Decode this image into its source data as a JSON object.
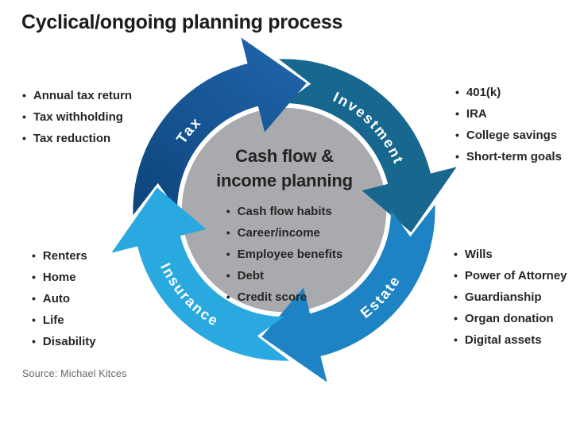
{
  "title": "Cyclical/ongoing planning process",
  "source": "Source: Michael Kitces",
  "center": {
    "heading_line1": "Cash flow &",
    "heading_line2": "income planning",
    "items": [
      "Cash flow habits",
      "Career/income",
      "Employee benefits",
      "Debt",
      "Credit score"
    ],
    "circle_color": "#a8aaad"
  },
  "segments": [
    {
      "label": "Tax",
      "color_start": "#0d4378",
      "color_end": "#1f63a9",
      "items": [
        "Annual tax return",
        "Tax withholding",
        "Tax reduction"
      ]
    },
    {
      "label": "Investment",
      "color": "#17678f",
      "items": [
        "401(k)",
        "IRA",
        "College savings",
        "Short-term goals"
      ]
    },
    {
      "label": "Estate",
      "color": "#1e83c4",
      "items": [
        "Wills",
        "Power of Attorney",
        "Guardianship",
        "Organ donation",
        "Digital assets"
      ]
    },
    {
      "label": "Insurance",
      "color": "#2aa9e0",
      "items": [
        "Renters",
        "Home",
        "Auto",
        "Life",
        "Disability"
      ]
    }
  ]
}
